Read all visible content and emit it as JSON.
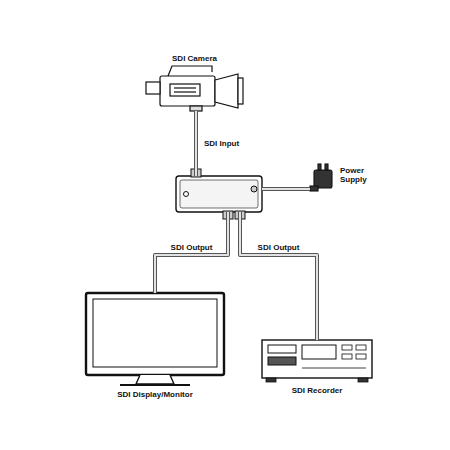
{
  "diagram": {
    "nodes": [
      {
        "text": [
          "SDI Camera"
        ]
      },
      {
        "text": []
      },
      {
        "text": [
          "Power Supply"
        ]
      },
      {
        "text": [
          "SDI Display/Monitor"
        ]
      },
      {
        "text": [
          "SDI Recorder"
        ]
      }
    ],
    "edges": [
      {
        "from": 0,
        "to": 1,
        "label": "SDI Input",
        "arrow": "none"
      },
      {
        "from": 1,
        "to": 2,
        "arrow": "none"
      },
      {
        "from": 1,
        "to": 3,
        "label": "SDI Output",
        "arrow": "none"
      },
      {
        "from": 1,
        "to": 4,
        "label": "SDI Output",
        "arrow": "none"
      }
    ]
  }
}
